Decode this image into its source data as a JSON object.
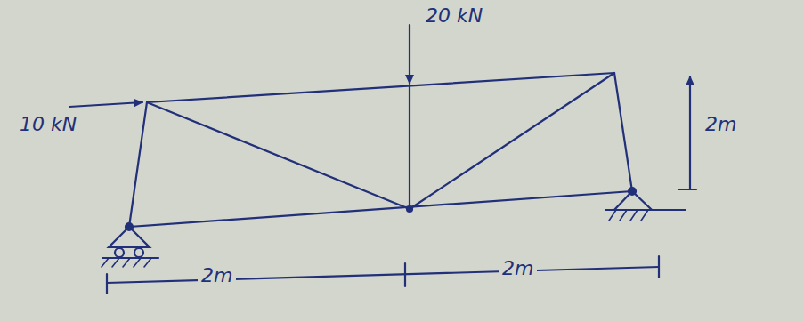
{
  "diagram": {
    "labels": [
      "20 kN",
      "10 kN",
      "2m",
      "2m",
      "2m"
    ]
  }
}
